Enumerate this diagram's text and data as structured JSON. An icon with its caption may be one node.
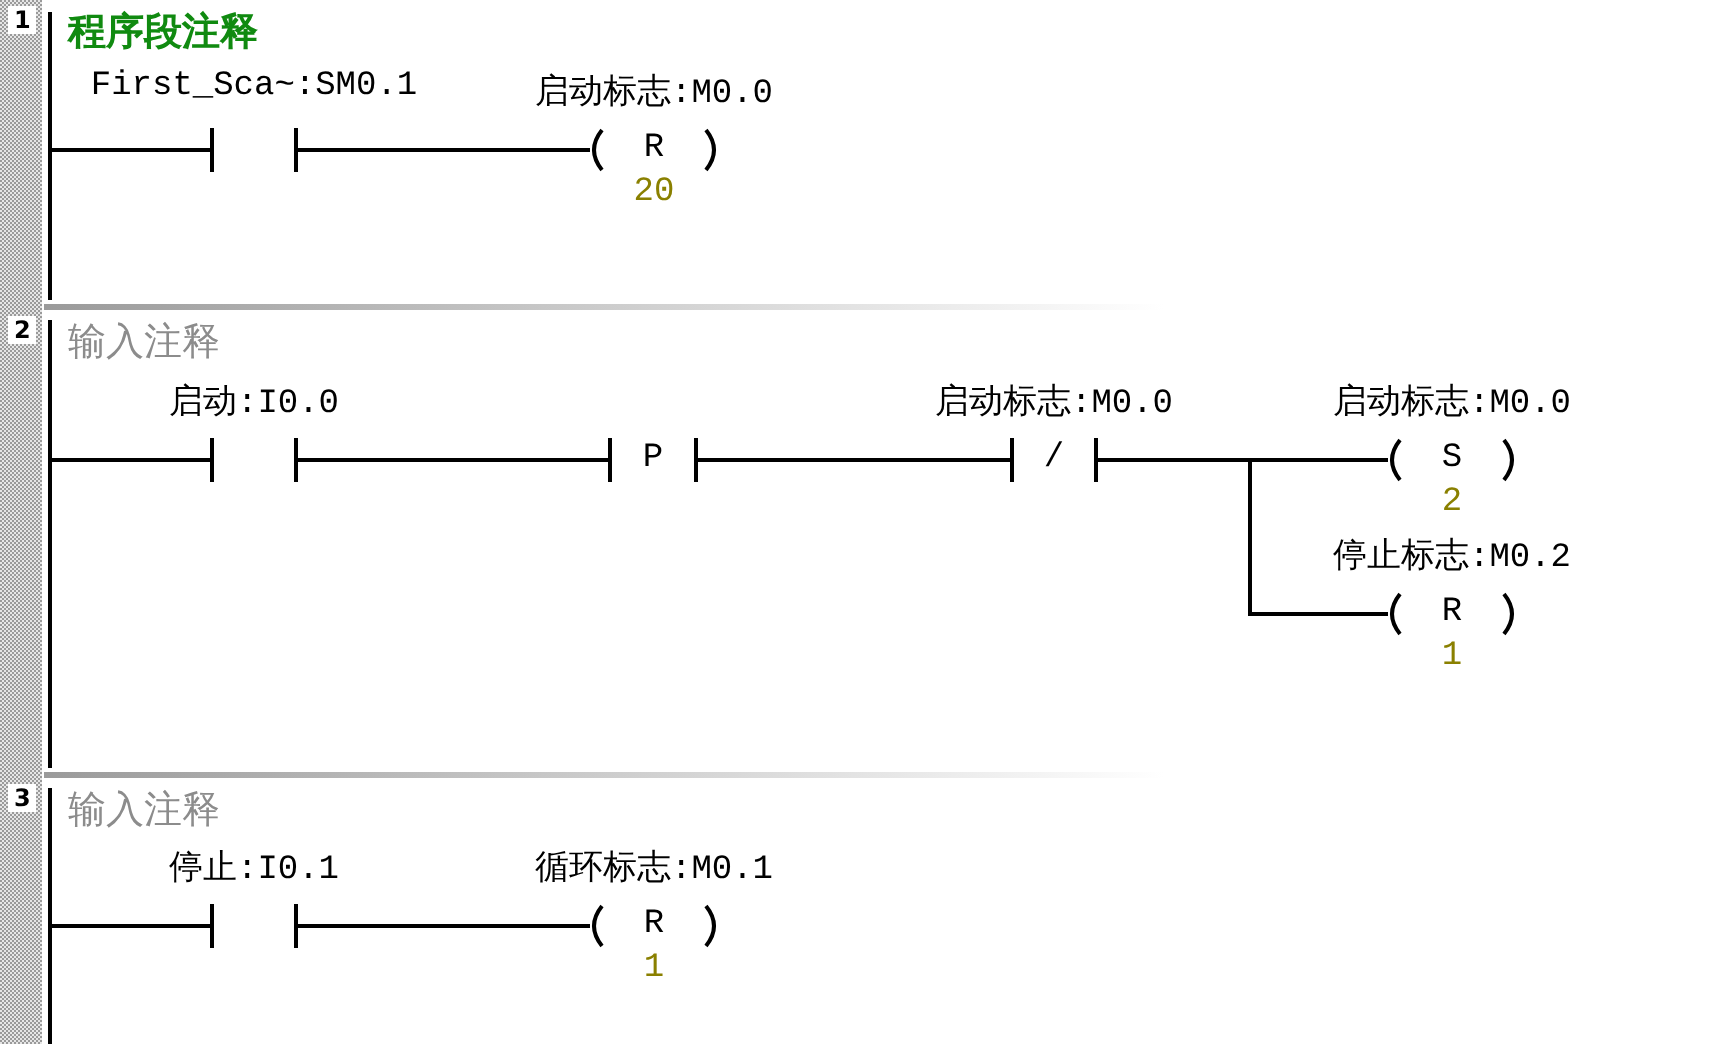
{
  "diagram": {
    "nodes": [
      {
        "text": [],
        "shape": "bar"
      },
      {
        "text": [
          "First_Sca~:SM0.1"
        ]
      },
      {
        "text": [
          "启动标志:M0.0",
          "R"
        ],
        "beside": [
          "20"
        ]
      },
      {
        "text": [],
        "shape": "bar"
      },
      {
        "text": [
          "启动:I0.0"
        ]
      },
      {
        "text": [
          "P"
        ]
      },
      {
        "text": [
          "启动标志:M0.0",
          "/"
        ]
      },
      {
        "text": [
          "启动标志:M0.0",
          "S"
        ],
        "beside": [
          "2"
        ]
      },
      {
        "text": [
          "停止标志:M0.2",
          "R"
        ],
        "beside": [
          "1"
        ]
      },
      {
        "text": [],
        "shape": "bar"
      },
      {
        "text": [
          "停止:I0.1"
        ]
      },
      {
        "text": [
          "循环标志:M0.1",
          "R"
        ],
        "beside": [
          "1"
        ]
      }
    ],
    "edges": [
      {
        "from": 0,
        "to": 1,
        "arrow": "none"
      },
      {
        "from": 1,
        "to": 2,
        "arrow": "none"
      },
      {
        "from": 3,
        "to": 4,
        "arrow": "none"
      },
      {
        "from": 4,
        "to": 5,
        "arrow": "none"
      },
      {
        "from": 5,
        "to": 6,
        "arrow": "none"
      },
      {
        "from": 6,
        "to": 7,
        "arrow": "none"
      },
      {
        "from": 6,
        "to": 8,
        "arrow": "none"
      },
      {
        "from": 9,
        "to": 10,
        "arrow": "none"
      },
      {
        "from": 10,
        "to": 11,
        "arrow": "none"
      }
    ],
    "labels": [
      "1",
      "程序段注释",
      "2",
      "输入注释",
      "3",
      "输入注释"
    ]
  }
}
